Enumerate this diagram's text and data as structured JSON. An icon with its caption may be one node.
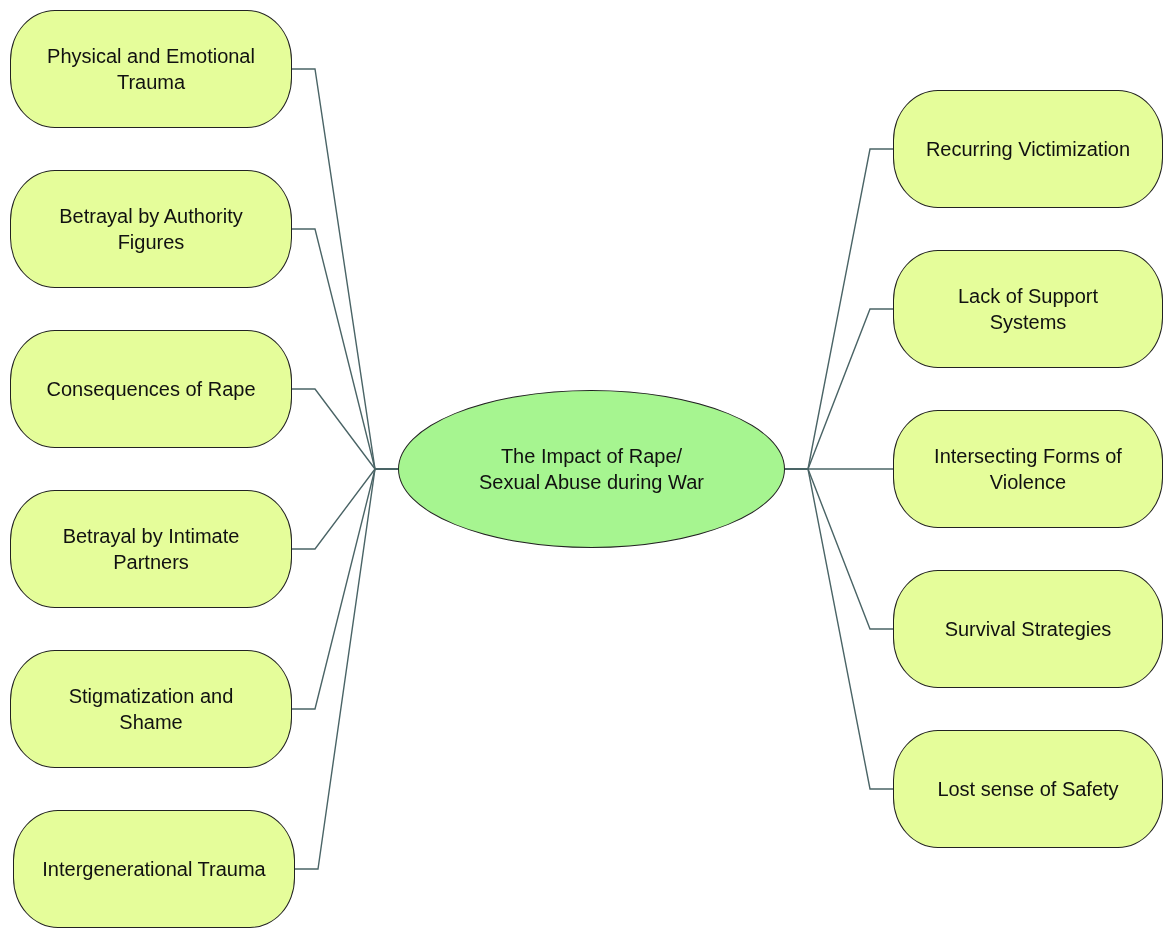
{
  "diagram": {
    "nodes": [
      {
        "text": [
          "The Impact of Rape/ Sexual Abuse during War"
        ]
      },
      {
        "text": [
          "Physical and Emotional Trauma"
        ]
      },
      {
        "text": [
          "Betrayal by Authority Figures"
        ]
      },
      {
        "text": [
          "Consequences of Rape"
        ]
      },
      {
        "text": [
          "Betrayal by Intimate Partners"
        ]
      },
      {
        "text": [
          "Stigmatization and Shame"
        ]
      },
      {
        "text": [
          "Intergenerational Trauma"
        ]
      },
      {
        "text": [
          "Recurring Victimization"
        ]
      },
      {
        "text": [
          "Lack of Support Systems"
        ]
      },
      {
        "text": [
          "Intersecting Forms of Violence"
        ]
      },
      {
        "text": [
          "Survival Strategies"
        ]
      },
      {
        "text": [
          "Lost sense of Safety"
        ]
      }
    ],
    "edges": [
      {
        "from": 0,
        "to": 1,
        "arrow": "none"
      },
      {
        "from": 0,
        "to": 2,
        "arrow": "none"
      },
      {
        "from": 0,
        "to": 3,
        "arrow": "none"
      },
      {
        "from": 0,
        "to": 4,
        "arrow": "none"
      },
      {
        "from": 0,
        "to": 5,
        "arrow": "none"
      },
      {
        "from": 0,
        "to": 6,
        "arrow": "none"
      },
      {
        "from": 0,
        "to": 7,
        "arrow": "none"
      },
      {
        "from": 0,
        "to": 8,
        "arrow": "none"
      },
      {
        "from": 0,
        "to": 9,
        "arrow": "none"
      },
      {
        "from": 0,
        "to": 10,
        "arrow": "none"
      },
      {
        "from": 0,
        "to": 11,
        "arrow": "none"
      }
    ]
  }
}
